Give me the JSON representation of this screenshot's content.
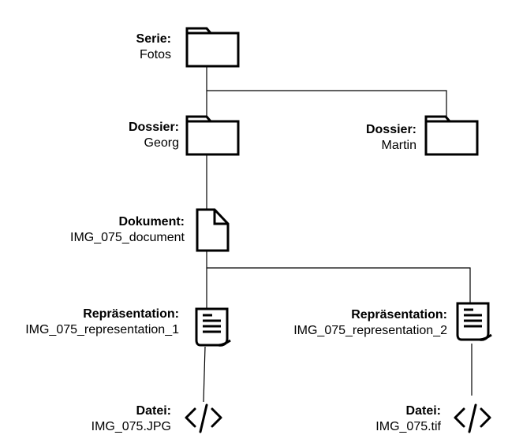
{
  "nodes": {
    "serie": {
      "key": "Serie:",
      "value": "Fotos",
      "icon": "folder-icon"
    },
    "dossier1": {
      "key": "Dossier:",
      "value": "Georg",
      "icon": "folder-icon"
    },
    "dossier2": {
      "key": "Dossier:",
      "value": "Martin",
      "icon": "folder-icon"
    },
    "dokument": {
      "key": "Dokument:",
      "value": "IMG_075_document",
      "icon": "document-icon"
    },
    "rep1": {
      "key": "Repräsentation:",
      "value": "IMG_075_representation_1",
      "icon": "scroll-icon"
    },
    "rep2": {
      "key": "Repräsentation:",
      "value": "IMG_075_representation_2",
      "icon": "scroll-icon"
    },
    "datei1": {
      "key": "Datei:",
      "value": "IMG_075.JPG",
      "icon": "code-icon"
    },
    "datei2": {
      "key": "Datei:",
      "value": "IMG_075.tif",
      "icon": "code-icon"
    }
  }
}
